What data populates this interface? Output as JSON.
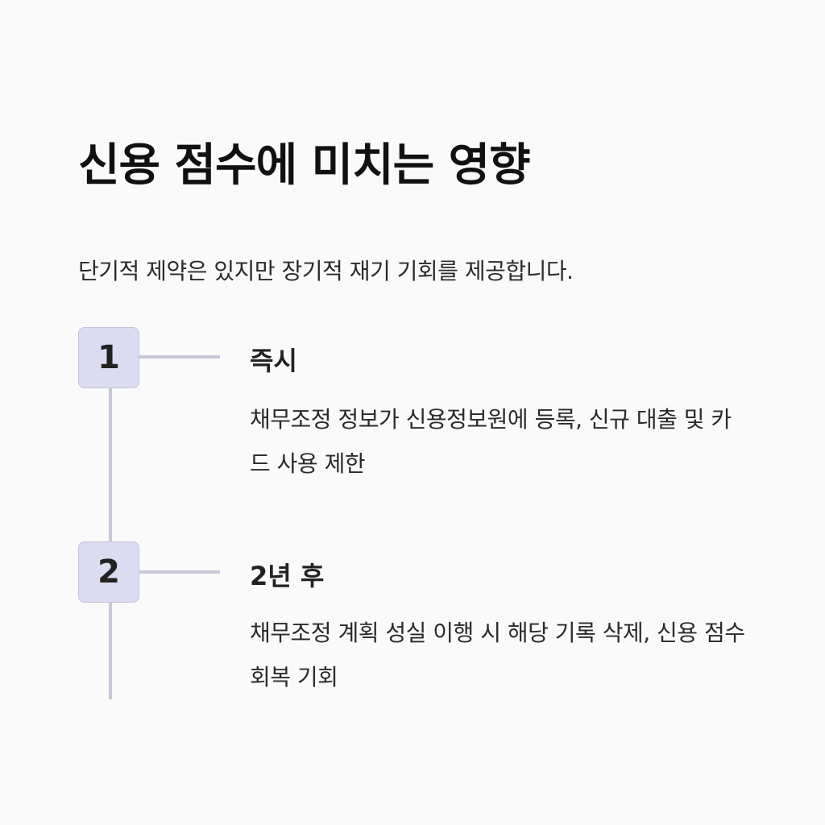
{
  "title": "신용 점수에 미치는 영향",
  "subtitle": "단기적 제약은 있지만 장기적 재기 기회를 제공합니다.",
  "steps": [
    {
      "number": "1",
      "title": "즉시",
      "description": "채무조정 정보가 신용정보원에 등록, 신규 대출 및 카드 사용 제한"
    },
    {
      "number": "2",
      "title": "2년 후",
      "description": "채무조정 계획 성실 이행 시 해당 기록 삭제, 신용 점수 회복 기회"
    }
  ],
  "colors": {
    "badge_bg": "#dcdcf0",
    "line": "#c9c8d8"
  }
}
